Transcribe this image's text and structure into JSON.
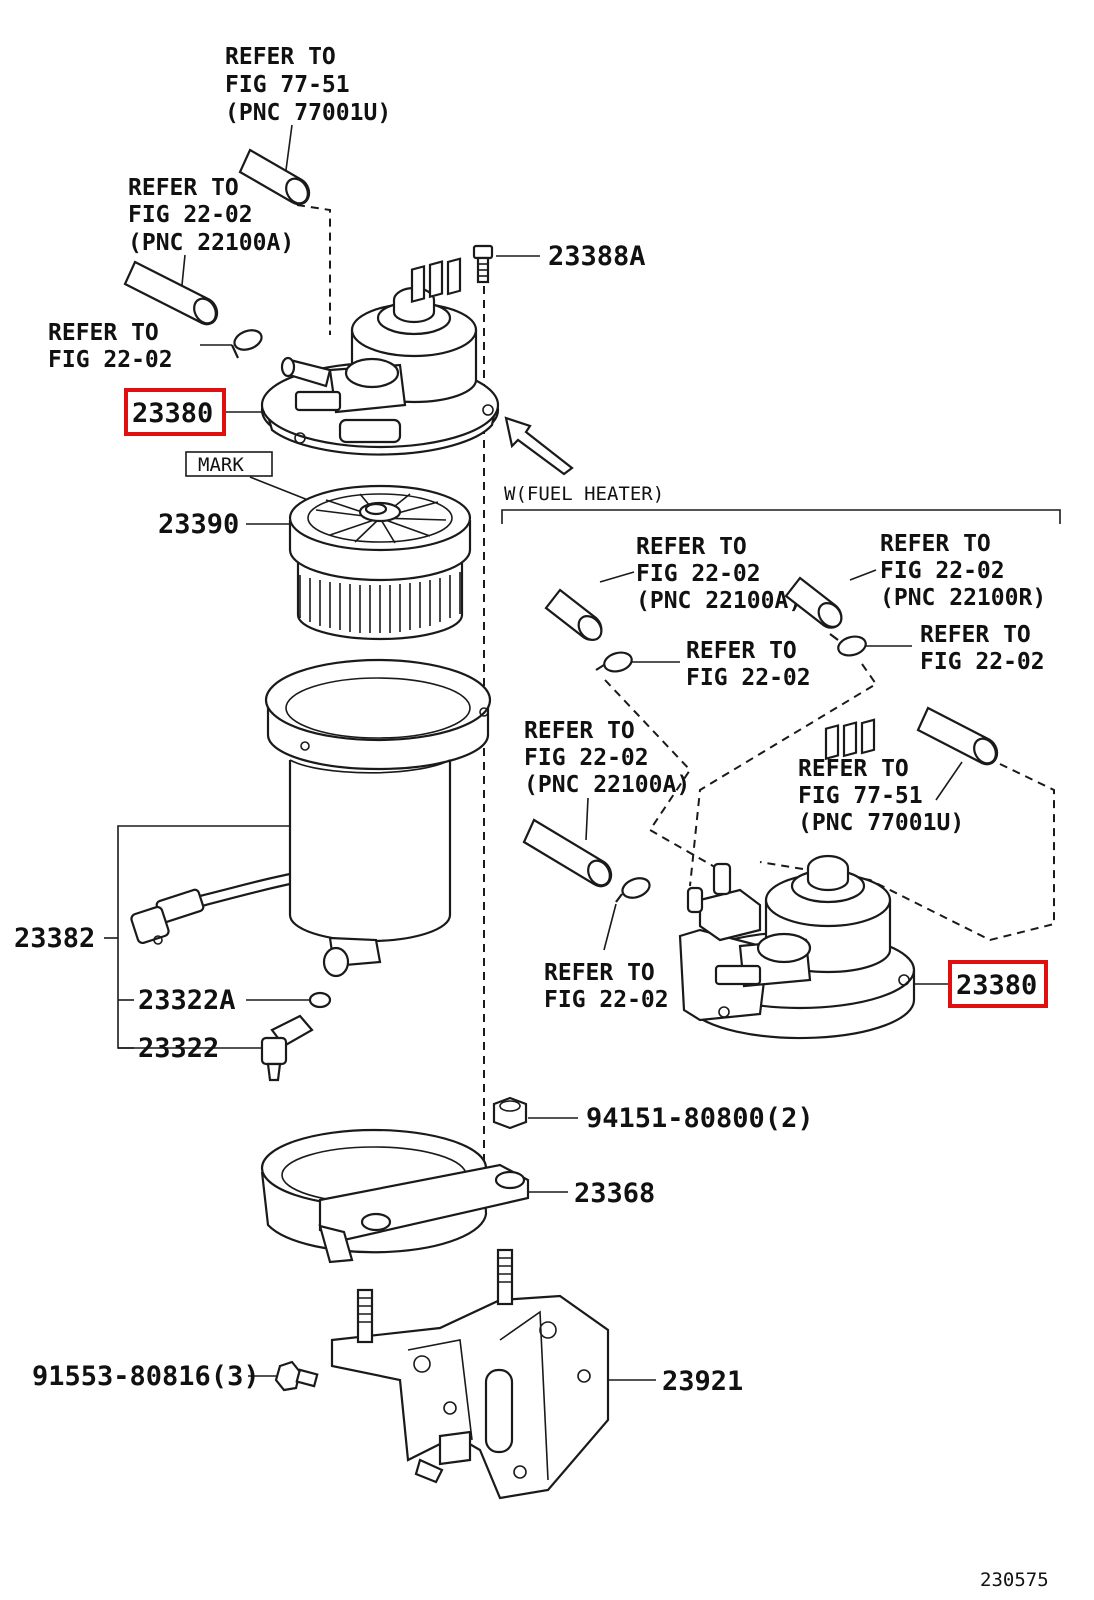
{
  "refs": {
    "top_77_51": [
      "REFER TO",
      "FIG 77-51",
      "(PNC 77001U)"
    ],
    "top_22_02_a": [
      "REFER TO",
      "FIG 22-02",
      "(PNC 22100A)"
    ],
    "top_22_02_clamp": [
      "REFER TO",
      "FIG 22-02"
    ],
    "w_22_02_a": [
      "REFER TO",
      "FIG 22-02",
      "(PNC 22100A)"
    ],
    "w_22_02_r": [
      "REFER TO",
      "FIG 22-02",
      "(PNC 22100R)"
    ],
    "w_clamp_left": [
      "REFER TO",
      "FIG 22-02"
    ],
    "w_clamp_right": [
      "REFER TO",
      "FIG 22-02"
    ],
    "w_22_02_a_lower": [
      "REFER TO",
      "FIG 22-02",
      "(PNC 22100A)"
    ],
    "w_77_51": [
      "REFER TO",
      "FIG 77-51",
      "(PNC 77001U)"
    ],
    "w_clamp_bottom": [
      "REFER TO",
      "FIG 22-02"
    ]
  },
  "parts": {
    "p23388A": "23388A",
    "p23380_left": "23380",
    "p23390": "23390",
    "mark": "MARK",
    "p23382": "23382",
    "p23322A": "23322A",
    "p23322": "23322",
    "p94151": "94151-80800(2)",
    "p23368": "23368",
    "p91553": "91553-80816(3)",
    "p23921": "23921",
    "p23380_right": "23380"
  },
  "w_section_label": "W(FUEL HEATER)",
  "figure_id": "230575",
  "highlight_color": "#e01010"
}
